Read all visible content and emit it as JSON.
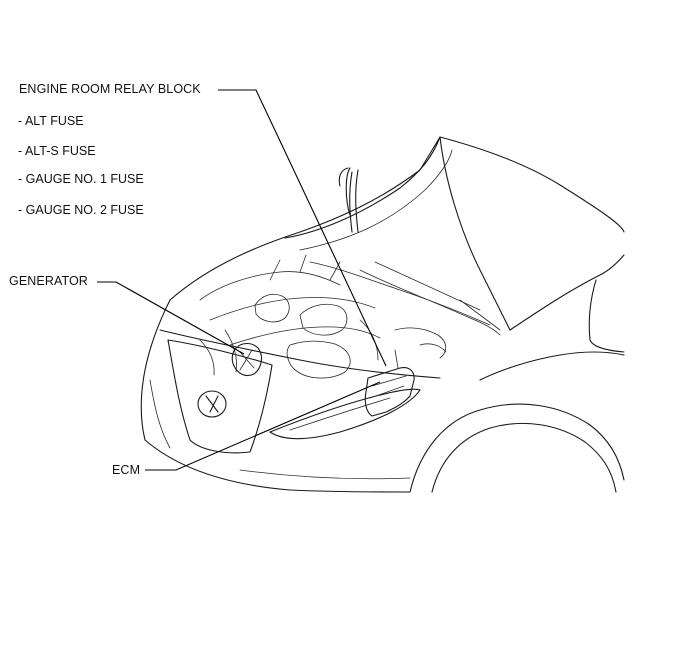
{
  "labels": {
    "relay_block": "ENGINE ROOM RELAY BLOCK",
    "fuses": [
      "- ALT FUSE",
      "- ALT-S FUSE",
      "- GAUGE NO. 1 FUSE",
      "- GAUGE NO. 2 FUSE"
    ],
    "generator": "GENERATOR",
    "ecm": "ECM"
  },
  "colors": {
    "line": "#1a1a1a",
    "background": "#ffffff"
  }
}
